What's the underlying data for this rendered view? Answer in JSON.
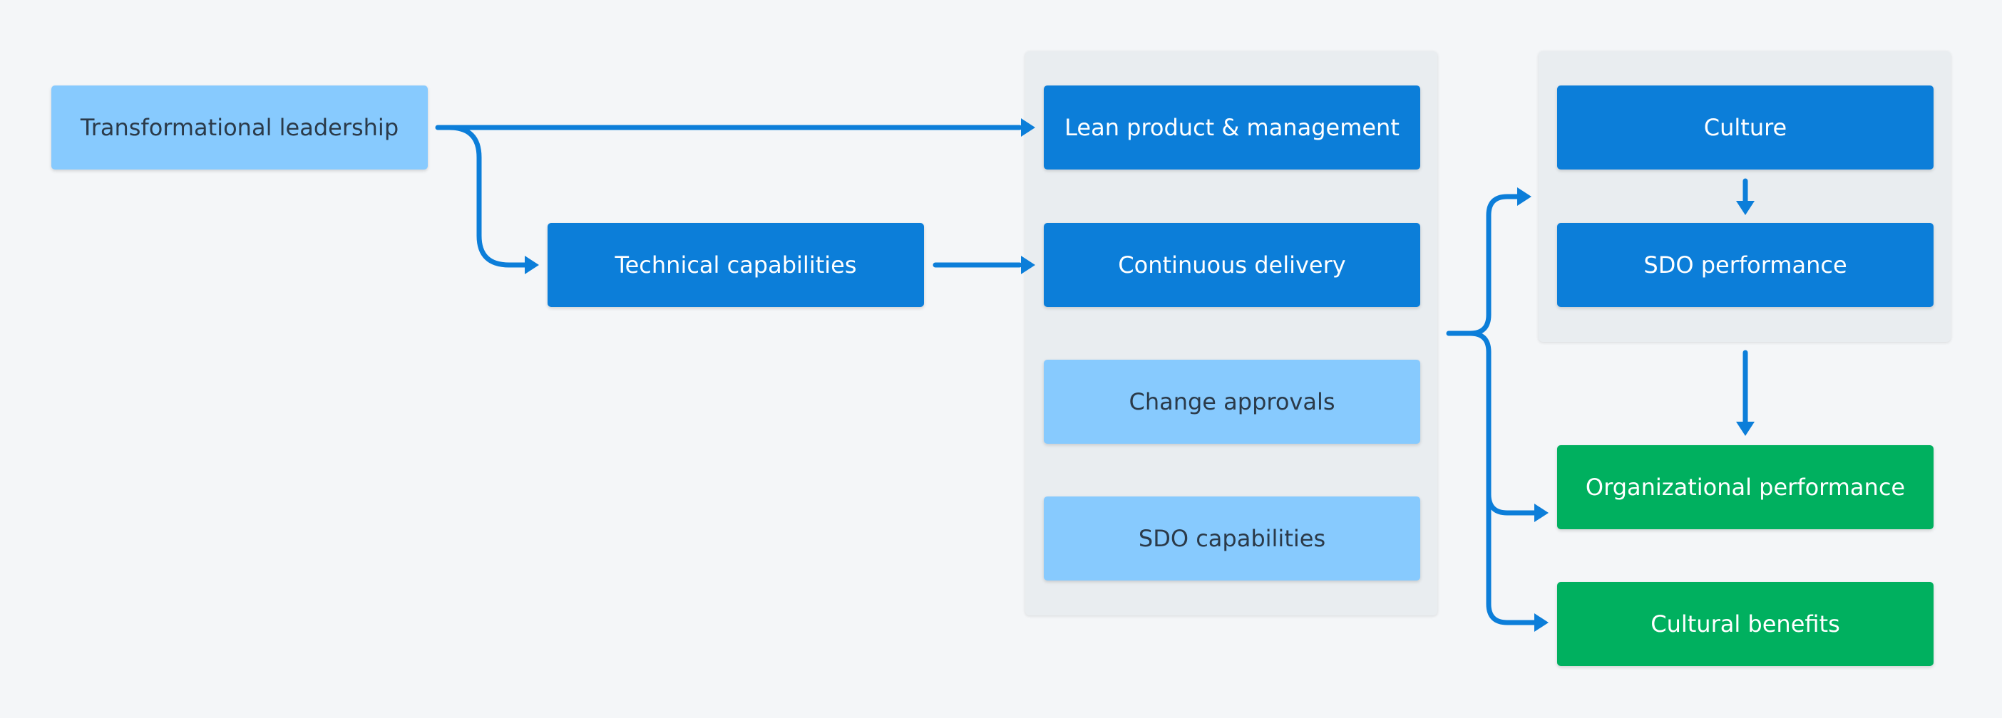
{
  "colors": {
    "background": "#f4f6f8",
    "group_panel": "#e9edf0",
    "node_light": "#87cafe",
    "node_dark": "#0c7ed9",
    "node_green": "#00b05f",
    "connector": "#0c7ed9"
  },
  "nodes": {
    "transformational_leadership": "Transformational leadership",
    "technical_capabilities": "Technical capabilities",
    "lean_product_management": "Lean product & management",
    "continuous_delivery": "Continuous delivery",
    "change_approvals": "Change approvals",
    "sdo_capabilities": "SDO capabilities",
    "culture": "Culture",
    "sdo_performance": "SDO performance",
    "organizational_performance": "Organizational performance",
    "cultural_benefits": "Cultural benefits"
  }
}
